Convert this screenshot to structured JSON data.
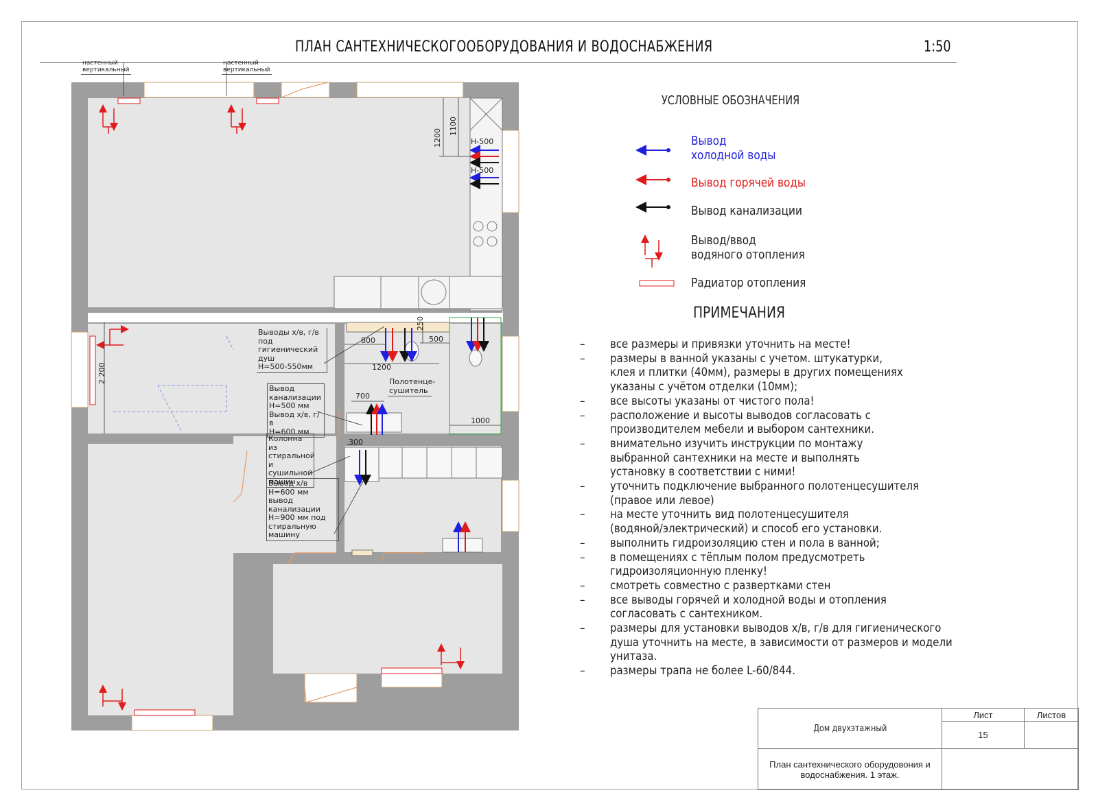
{
  "sheet": {
    "title": "ПЛАН САНТЕХНИЧЕСКОГООБОРУДОВАНИЯ И ВОДОСНАБЖЕНИЯ",
    "scale": "1:50"
  },
  "legend": {
    "title": "УСЛОВНЫЕ ОБОЗНАЧЕНИЯ",
    "items": [
      {
        "label": "Вывод\nхолодной воды",
        "color": "#1f1fe0",
        "icon": "cold-water-arrow"
      },
      {
        "label": "Вывод горячей воды",
        "color": "#e11b1b",
        "icon": "hot-water-arrow"
      },
      {
        "label": "Вывод канализации",
        "color": "#111111",
        "icon": "sewer-arrow"
      },
      {
        "label": "Вывод/ввод\nводяного отопления",
        "color": "#e11b1b",
        "icon": "heating-arrows"
      },
      {
        "label": "Радиатор отопления",
        "color": "#e11b1b",
        "icon": "radiator"
      }
    ]
  },
  "notes": {
    "title": "ПРИМЕЧАНИЯ",
    "items": [
      "все размеры и привязки уточнить на месте!",
      "размеры в ванной указаны с учетом. штукатурки,\n клея и плитки (40мм), размеры в других помещениях\n указаны с учётом отделки (10мм);",
      "все высоты указаны от чистого пола!",
      "расположение и высоты выводов согласовать с\n производителем мебели и выбором сантехники.",
      "внимательно изучить инструкции по монтажу\n выбранной сантехники на месте и выполнять\nустановку в соответствии с ними!",
      "уточнить подключение выбранного полотенцесушителя\n(правое или левое)",
      "на месте уточнить вид полотенцесушителя\n(водяной/электрический) и способ его установки.",
      "выполнить гидроизоляцию стен и пола в ванной;",
      "в помещениях с тёплым полом предусмотреть\n гидроизоляционную пленку!",
      "смотреть совместно с развертками стен",
      "все выводы горячей и холодной воды и отопления\nсогласовать с сантехником.",
      "размеры для установки выводов х/в, г/в для гигиенического\nдуша уточнить на месте, в зависимости от размеров и модели\nунитаза.",
      "размеры трапа не более L-60/844."
    ]
  },
  "plan_labels": {
    "radiator_top_1": "настенный\nвертикальный",
    "radiator_top_2": "настенный\nвертикальный",
    "h500_1": "H-500",
    "h500_2": "H-500",
    "dim_1200_v": "1200",
    "dim_1100_v": "1100",
    "dim_2200_v": "2 200",
    "dim_800": "800",
    "dim_1200_h": "1200",
    "dim_250": "250",
    "dim_500": "500",
    "dim_700": "700",
    "dim_1000": "1000",
    "dim_300": "300",
    "towel_dryer": "Полотенце-\nсушитель",
    "note_shower": "Выводы х/в, г/в\nпод гигиенический\nдуш\nH=500-550мм",
    "note_sewer": "Вывод\nканализации\nH=500 мм\nВывод х/в, г/в\nH=600 мм",
    "note_column": "Колонна из\nстиральной\nи сушильной\nмашин",
    "note_washer": "Вывод х/в\nH=600 мм\nвывод канализации\nH=900 мм под\nстиральную\nмашину"
  },
  "stamp": {
    "project": "Дом двухэтажный",
    "sheet_label": "Лист",
    "sheets_label": "Листов",
    "sheet_number": "15",
    "sheets_total": "",
    "drawing_title": "План сантехнического оборудовония и водоснабжения. 1 этаж."
  },
  "colors": {
    "wall": "#9e9e9e",
    "floor": "#e6e6e6",
    "cold": "#1f1fe0",
    "hot": "#e11b1b",
    "sewer": "#111111",
    "door": "#e59a6a",
    "bath_outline": "#2ea84a"
  }
}
